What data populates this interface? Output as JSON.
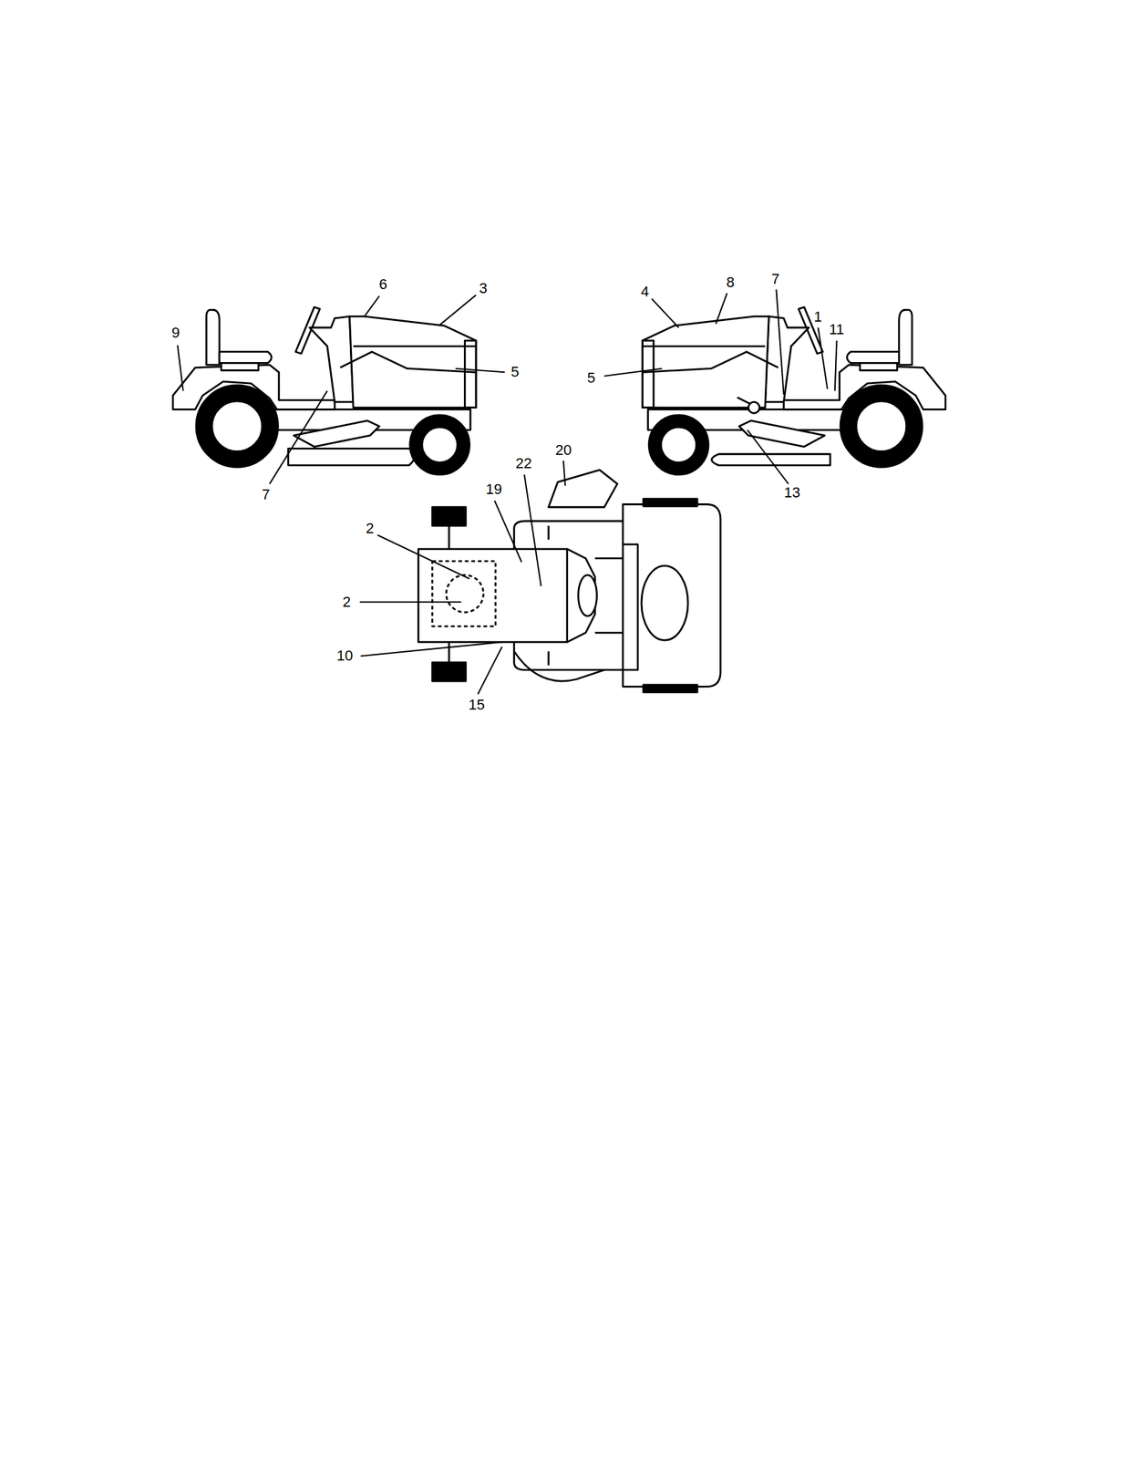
{
  "diagram": {
    "labels": [
      "6",
      "3",
      "9",
      "5",
      "7",
      "4",
      "8",
      "7",
      "1",
      "11",
      "5",
      "13",
      "22",
      "20",
      "19",
      "2",
      "2",
      "10",
      "15"
    ]
  }
}
